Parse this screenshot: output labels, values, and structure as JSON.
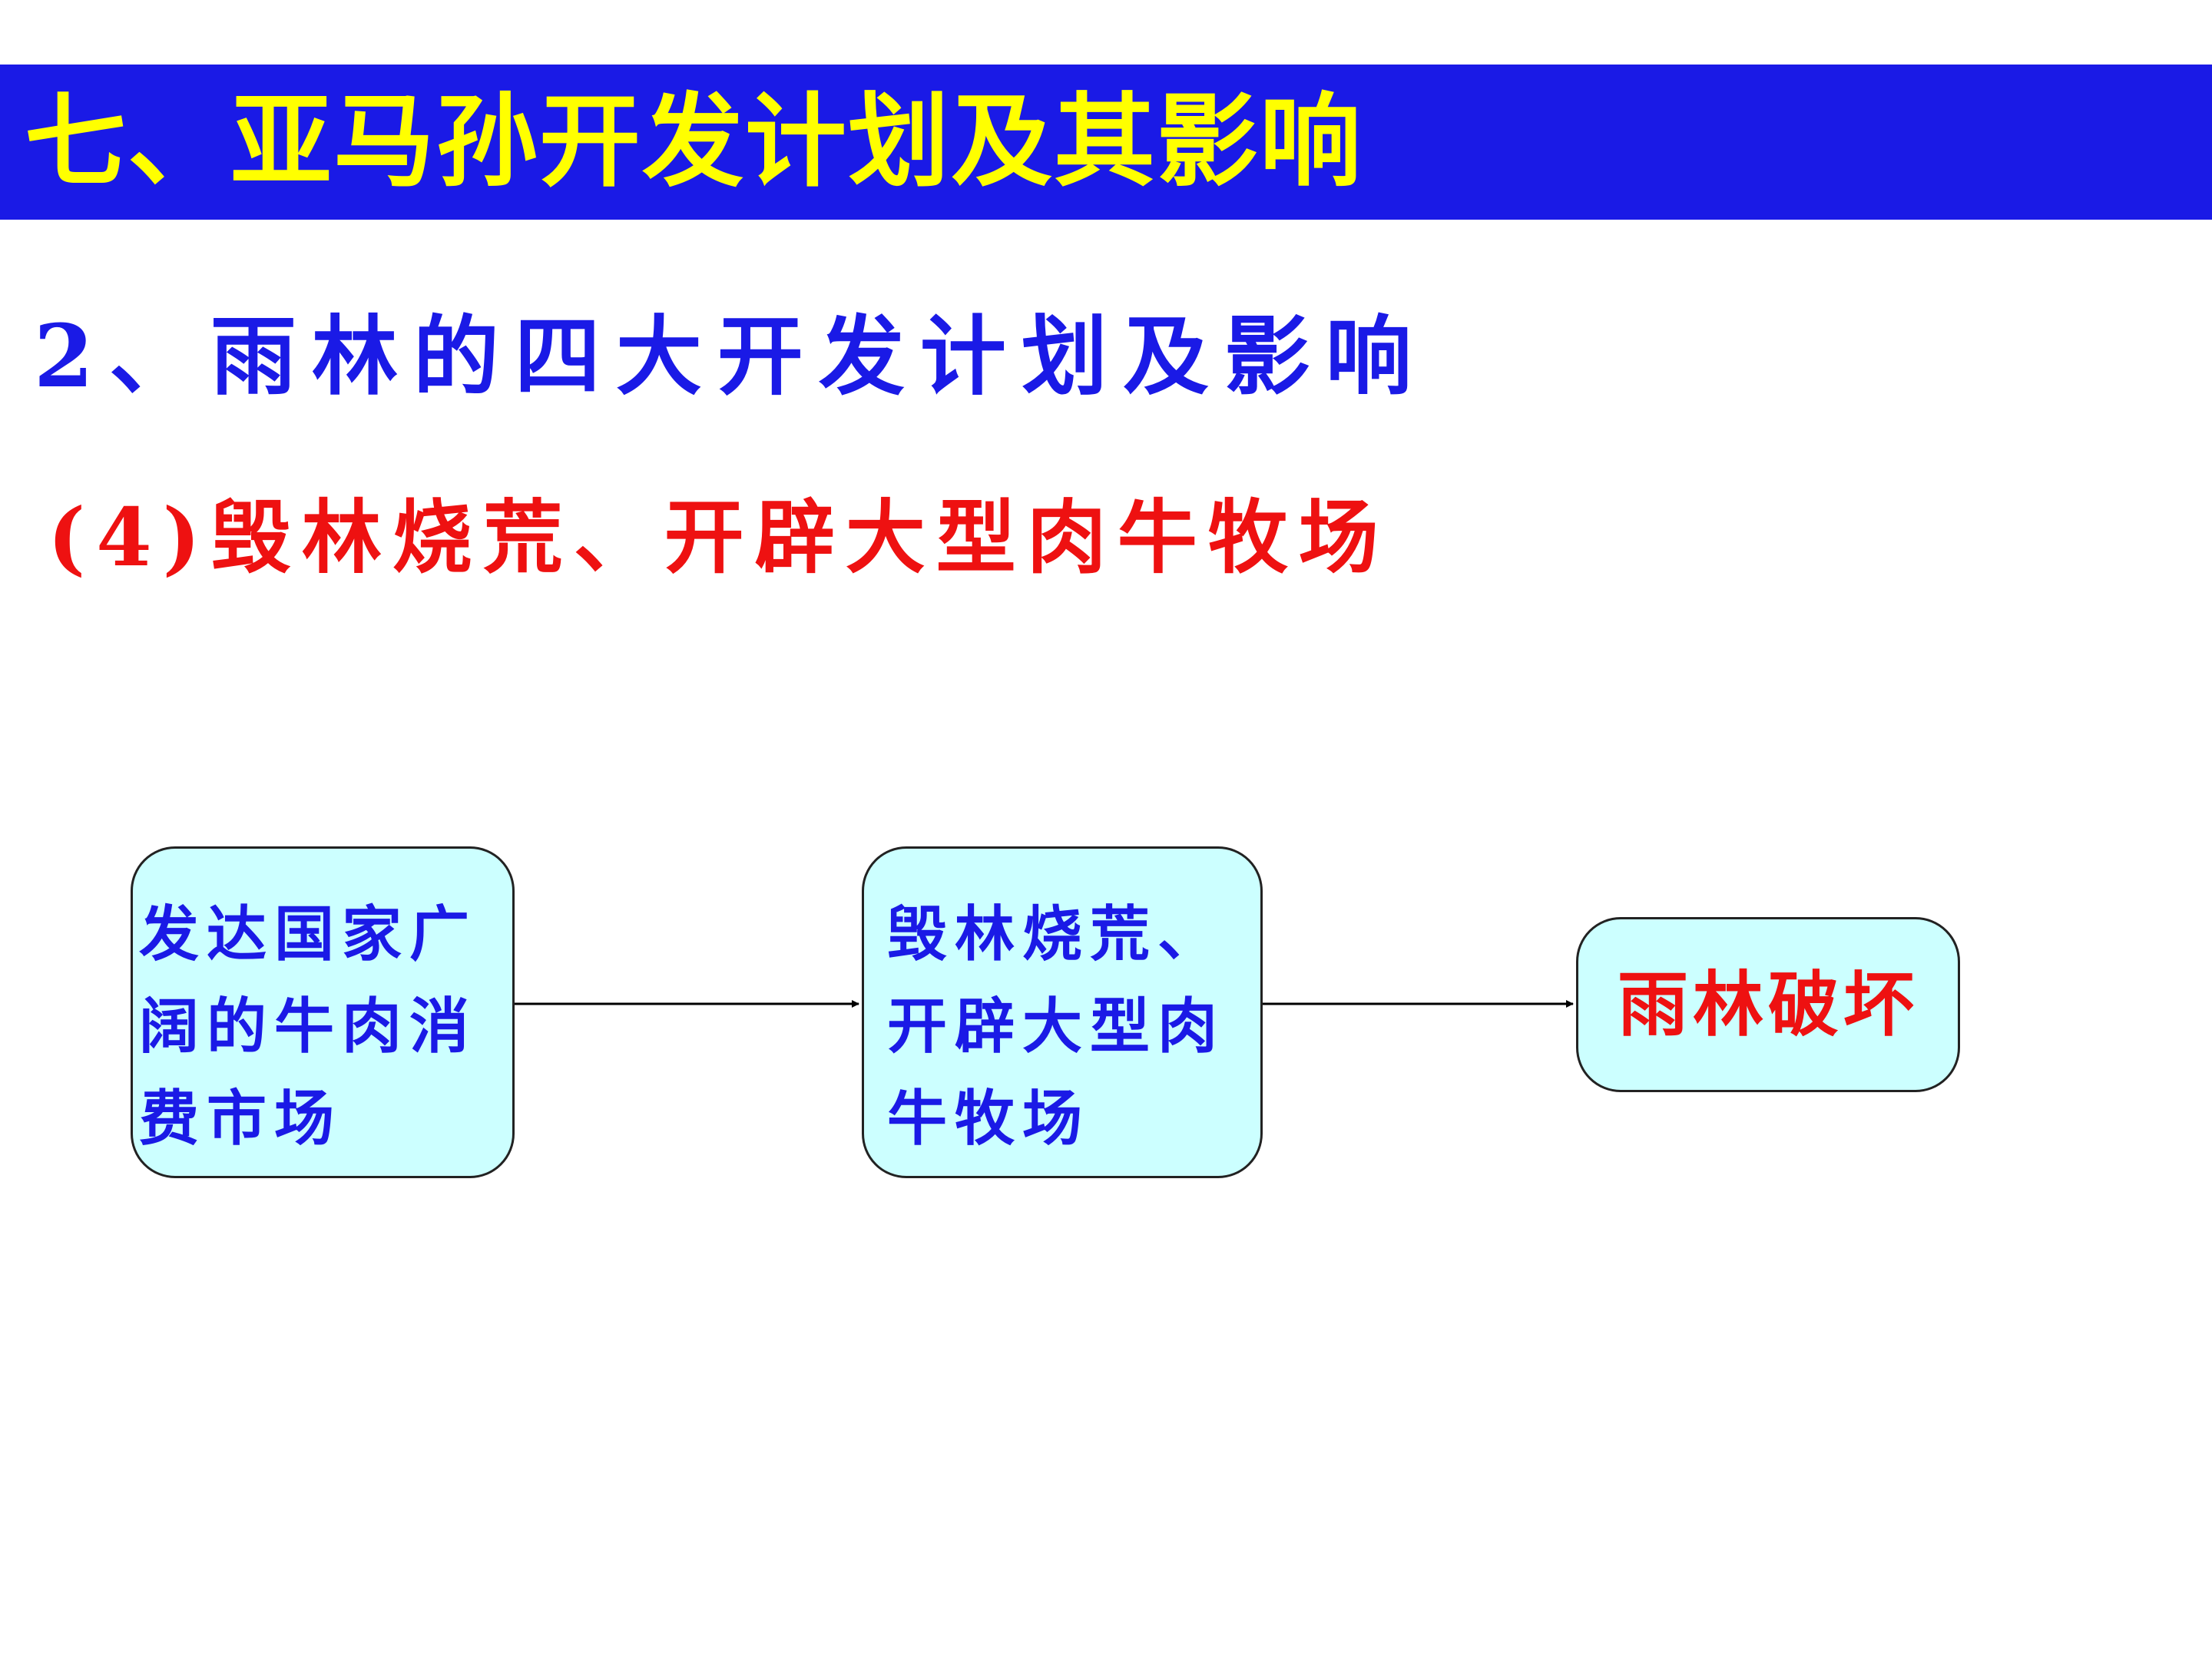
{
  "header": {
    "title": "七、亚马孙开发计划及其影响"
  },
  "subtitle": "2、雨林的四大开发计划及影响",
  "point": "(4)毁林烧荒、开辟大型肉牛牧场",
  "diagram": {
    "nodes": [
      {
        "id": "cause",
        "text": "发达国家广\n阔的牛肉消\n费市场"
      },
      {
        "id": "action",
        "text": "毁林烧荒、\n开辟大型肉\n牛牧场"
      },
      {
        "id": "result",
        "text": "雨林破坏"
      }
    ],
    "edges": [
      {
        "from": "cause",
        "to": "action"
      },
      {
        "from": "action",
        "to": "result"
      }
    ]
  },
  "colors": {
    "title_bar": "#1a1ae6",
    "title_text": "#ffff00",
    "subtitle_text": "#1a1ae6",
    "point_text": "#ee1111",
    "box_fill": "#ccffff",
    "box_text": "#1a1ae6",
    "result_text": "#ee1111"
  }
}
